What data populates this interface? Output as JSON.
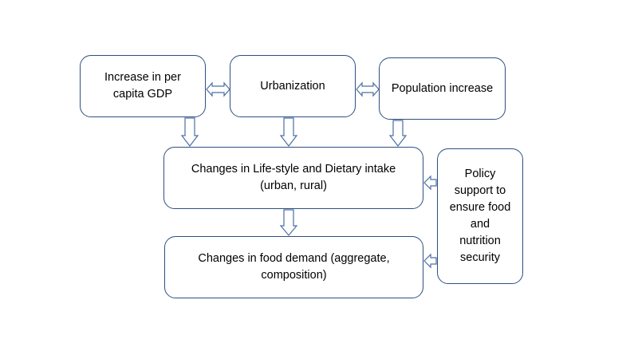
{
  "diagram": {
    "nodes": {
      "gdp": {
        "lines": [
          "Increase in per",
          "capita GDP"
        ]
      },
      "urbanization": {
        "lines": [
          "Urbanization"
        ]
      },
      "population": {
        "lines": [
          "Population increase"
        ]
      },
      "lifestyle": {
        "lines": [
          "Changes in Life-style and Dietary intake",
          "(urban, rural)"
        ]
      },
      "demand": {
        "lines": [
          "Changes in food demand (aggregate,",
          "composition)"
        ]
      },
      "policy": {
        "lines": [
          "Policy",
          "support to",
          "ensure food",
          "and",
          "nutrition",
          "security"
        ]
      }
    },
    "edges": [
      {
        "from": "gdp",
        "to": "urbanization",
        "type": "bidirectional"
      },
      {
        "from": "urbanization",
        "to": "population",
        "type": "bidirectional"
      },
      {
        "from": "gdp",
        "to": "lifestyle",
        "type": "directed"
      },
      {
        "from": "urbanization",
        "to": "lifestyle",
        "type": "directed"
      },
      {
        "from": "population",
        "to": "lifestyle",
        "type": "directed"
      },
      {
        "from": "lifestyle",
        "to": "demand",
        "type": "directed"
      },
      {
        "from": "policy",
        "to": "lifestyle",
        "type": "directed"
      },
      {
        "from": "policy",
        "to": "demand",
        "type": "directed"
      }
    ],
    "colors": {
      "border": "#2f4f7f",
      "arrow": "#4a6fa5",
      "background": "#ffffff"
    }
  }
}
